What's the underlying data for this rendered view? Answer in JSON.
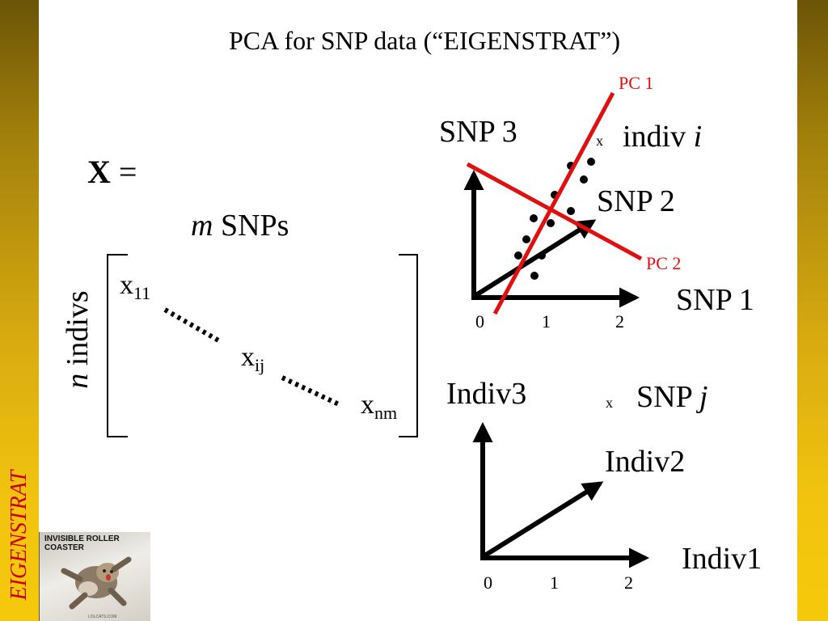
{
  "sidebar": {
    "label": "EIGENSTRAT"
  },
  "title": "PCA for SNP data (“EIGENSTRAT”)",
  "matrix": {
    "lhs_bold": "X",
    "lhs_eq": "=",
    "cols_var": "m",
    "cols_text": " SNPs",
    "rows_var": "n",
    "rows_text": " indivs",
    "entries": [
      {
        "base": "x",
        "sub": "11"
      },
      {
        "base": "x",
        "sub": "ij"
      },
      {
        "base": "x",
        "sub": "nm"
      }
    ]
  },
  "plot_top": {
    "axes": {
      "x": "SNP 1",
      "y": "SNP 3",
      "diag": "SNP 2"
    },
    "ticks": [
      "0",
      "1",
      "2"
    ],
    "pc1": "PC 1",
    "pc2": "PC 2",
    "legend_marker": "x",
    "legend_text": "indiv ",
    "legend_var": "i"
  },
  "plot_bottom": {
    "axes": {
      "x": "Indiv1",
      "y": "Indiv3",
      "diag": "Indiv2"
    },
    "ticks": [
      "0",
      "1",
      "2"
    ],
    "legend_marker": "x",
    "legend_text": "SNP ",
    "legend_var": "j"
  },
  "thumbnail": {
    "caption_line1": "INVISIBLE ROLLER",
    "caption_line2": "COASTER",
    "footer": "LOLCATS.COM"
  },
  "colors": {
    "accent_red": "#e01010",
    "band_gold": "#f6c90c",
    "band_dark": "#6b5407"
  }
}
